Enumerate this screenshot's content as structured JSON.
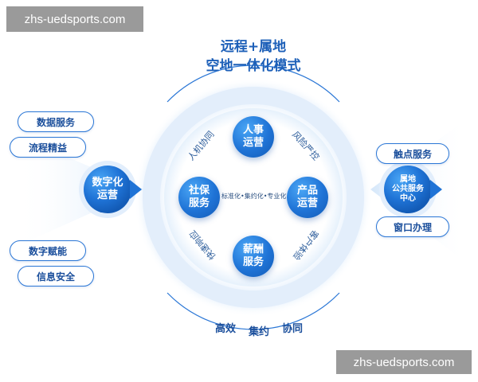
{
  "watermark_text": "zhs-uedsports.com",
  "title_line1": "远程+属地",
  "title_line2": "空地一体化模式",
  "left_node": "数字化\n运营",
  "left_pills": [
    "数据服务",
    "流程精益",
    "数字赋能",
    "信息安全"
  ],
  "right_node": "属地\n公共服务\n中心",
  "right_pills": [
    "触点服务",
    "窗口办理"
  ],
  "inner_nodes": {
    "top": "人事\n运营",
    "left": "社保\n服务",
    "right": "产品\n运营",
    "bottom": "薪酬\n服务"
  },
  "center_text": "标准化•集约化•专业化",
  "ring_labels": {
    "top_left": "人机协同",
    "top_right": "风险严控",
    "bottom_left": "快速响应",
    "bottom_right": "客户体验"
  },
  "bottom_words": [
    "高效",
    "集约",
    "协同"
  ],
  "colors": {
    "primary": "#1f73d6",
    "dark": "#1b4f9c",
    "light": "#e8f2fd"
  }
}
